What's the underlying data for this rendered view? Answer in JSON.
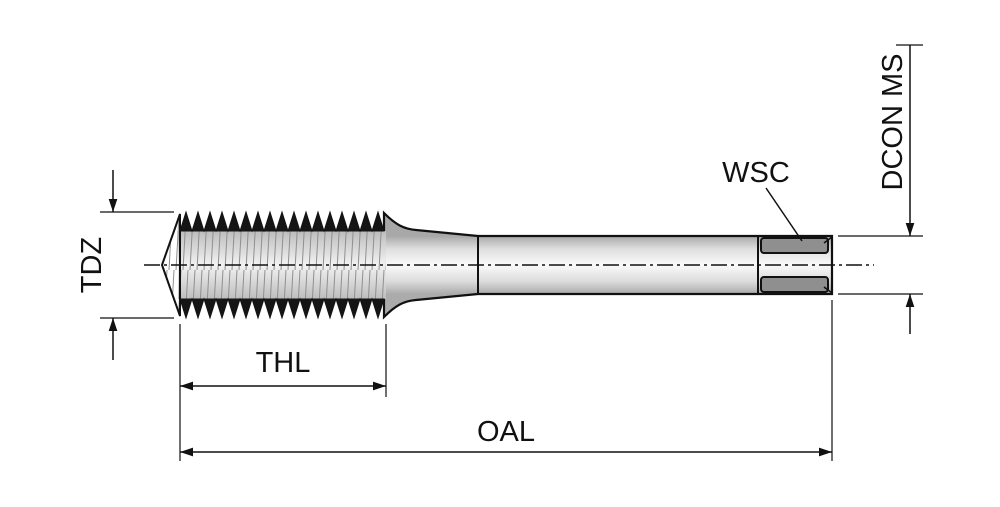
{
  "drawing": {
    "type": "technical-dimension-drawing",
    "subject": "straight-flute-tap",
    "labels": {
      "tdz": "TDZ",
      "thl": "THL",
      "oal": "OAL",
      "wsc": "WSC",
      "dcon": "DCON MS"
    }
  }
}
